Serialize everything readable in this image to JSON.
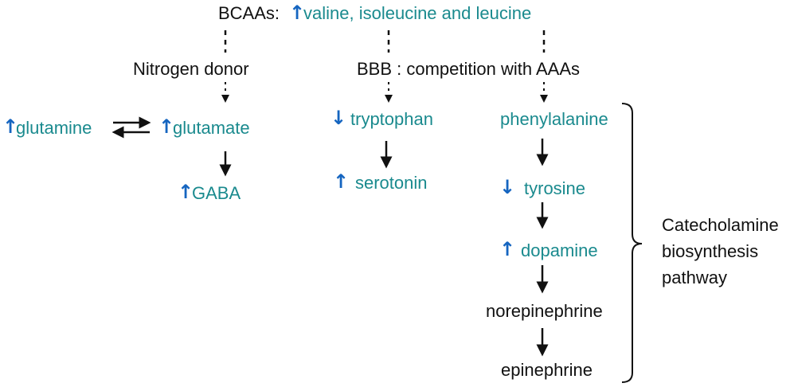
{
  "header": {
    "prefix": "BCAAs:",
    "amino_acids": "valine, isoleucine and leucine",
    "amino_acids_trend": "up"
  },
  "branches": {
    "left_label": "Nitrogen donor",
    "middle_label": "BBB : competition with AAAs"
  },
  "nodes": {
    "glutamine": {
      "label": "glutamine",
      "trend": "up"
    },
    "glutamate": {
      "label": "glutamate",
      "trend": "up"
    },
    "gaba": {
      "label": "GABA",
      "trend": "up"
    },
    "tryptophan": {
      "label": "tryptophan",
      "trend": "down"
    },
    "serotonin": {
      "label": "serotonin",
      "trend": "up"
    },
    "phenylalanine": {
      "label": "phenylalanine"
    },
    "tyrosine": {
      "label": "tyrosine",
      "trend": "down"
    },
    "dopamine": {
      "label": "dopamine",
      "trend": "up"
    },
    "norepinephrine": {
      "label": "norepinephrine"
    },
    "epinephrine": {
      "label": "epinephrine"
    }
  },
  "bracket_label": {
    "line1": "Catecholamine",
    "line2": "biosynthesis",
    "line3": "pathway"
  },
  "colors": {
    "compound_text": "#1a8a8e",
    "trend_arrow": "#1565c0",
    "text": "#111111",
    "connector": "#111111"
  }
}
